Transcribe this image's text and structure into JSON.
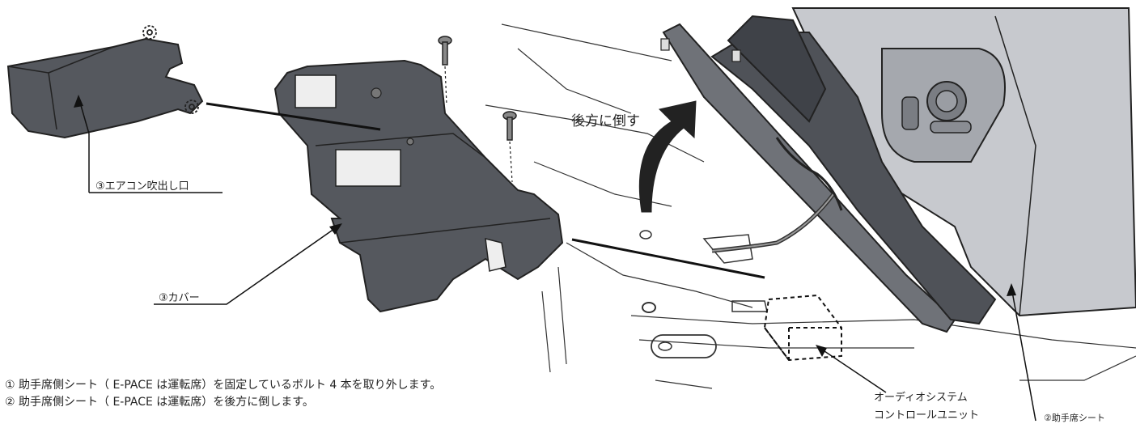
{
  "labels": {
    "vent": "③エアコン吹出し口",
    "cover": "③カバー",
    "tilt": "後方に倒す",
    "audio_line1": "オーディオシステム",
    "audio_line2": "コントロールユニット",
    "seat": "②助手席シート"
  },
  "steps": [
    "① 助手席側シート（ E-PACE は運転席）を固定しているボルト 4 本を取り外します。",
    "② 助手席側シート（ E-PACE は運転席）を後方に倒します。"
  ]
}
